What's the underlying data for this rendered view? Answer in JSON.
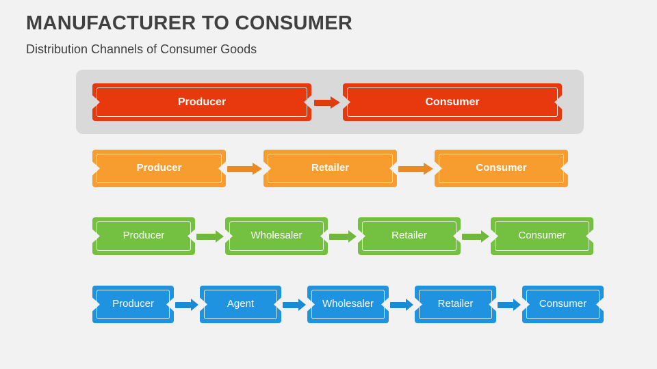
{
  "header": {
    "title": "MANUFACTURER TO CONSUMER",
    "subtitle": "Distribution Channels of Consumer Goods"
  },
  "colors": {
    "background": "#f2f2f2",
    "panel": "#d9d9d9",
    "title": "#404040",
    "row1": "#e8380d",
    "row1_arrow": "#e03c10",
    "row2": "#f79c2e",
    "row2_arrow": "#eb8923",
    "row3": "#74c040",
    "row3_arrow": "#6eb93b",
    "row4": "#1f93e0",
    "row4_arrow": "#1a8ad4"
  },
  "chart_data": {
    "type": "diagram",
    "title": "MANUFACTURER TO CONSUMER",
    "subtitle": "Distribution Channels of Consumer Goods",
    "rows": [
      {
        "id": "channel-1",
        "highlighted": true,
        "color": "#e8380d",
        "nodes": [
          "Producer",
          "Consumer"
        ]
      },
      {
        "id": "channel-2",
        "highlighted": false,
        "color": "#f79c2e",
        "nodes": [
          "Producer",
          "Retailer",
          "Consumer"
        ]
      },
      {
        "id": "channel-3",
        "highlighted": false,
        "color": "#74c040",
        "nodes": [
          "Producer",
          "Wholesaler",
          "Retailer",
          "Consumer"
        ]
      },
      {
        "id": "channel-4",
        "highlighted": false,
        "color": "#1f93e0",
        "nodes": [
          "Producer",
          "Agent",
          "Wholesaler",
          "Retailer",
          "Consumer"
        ]
      }
    ]
  }
}
